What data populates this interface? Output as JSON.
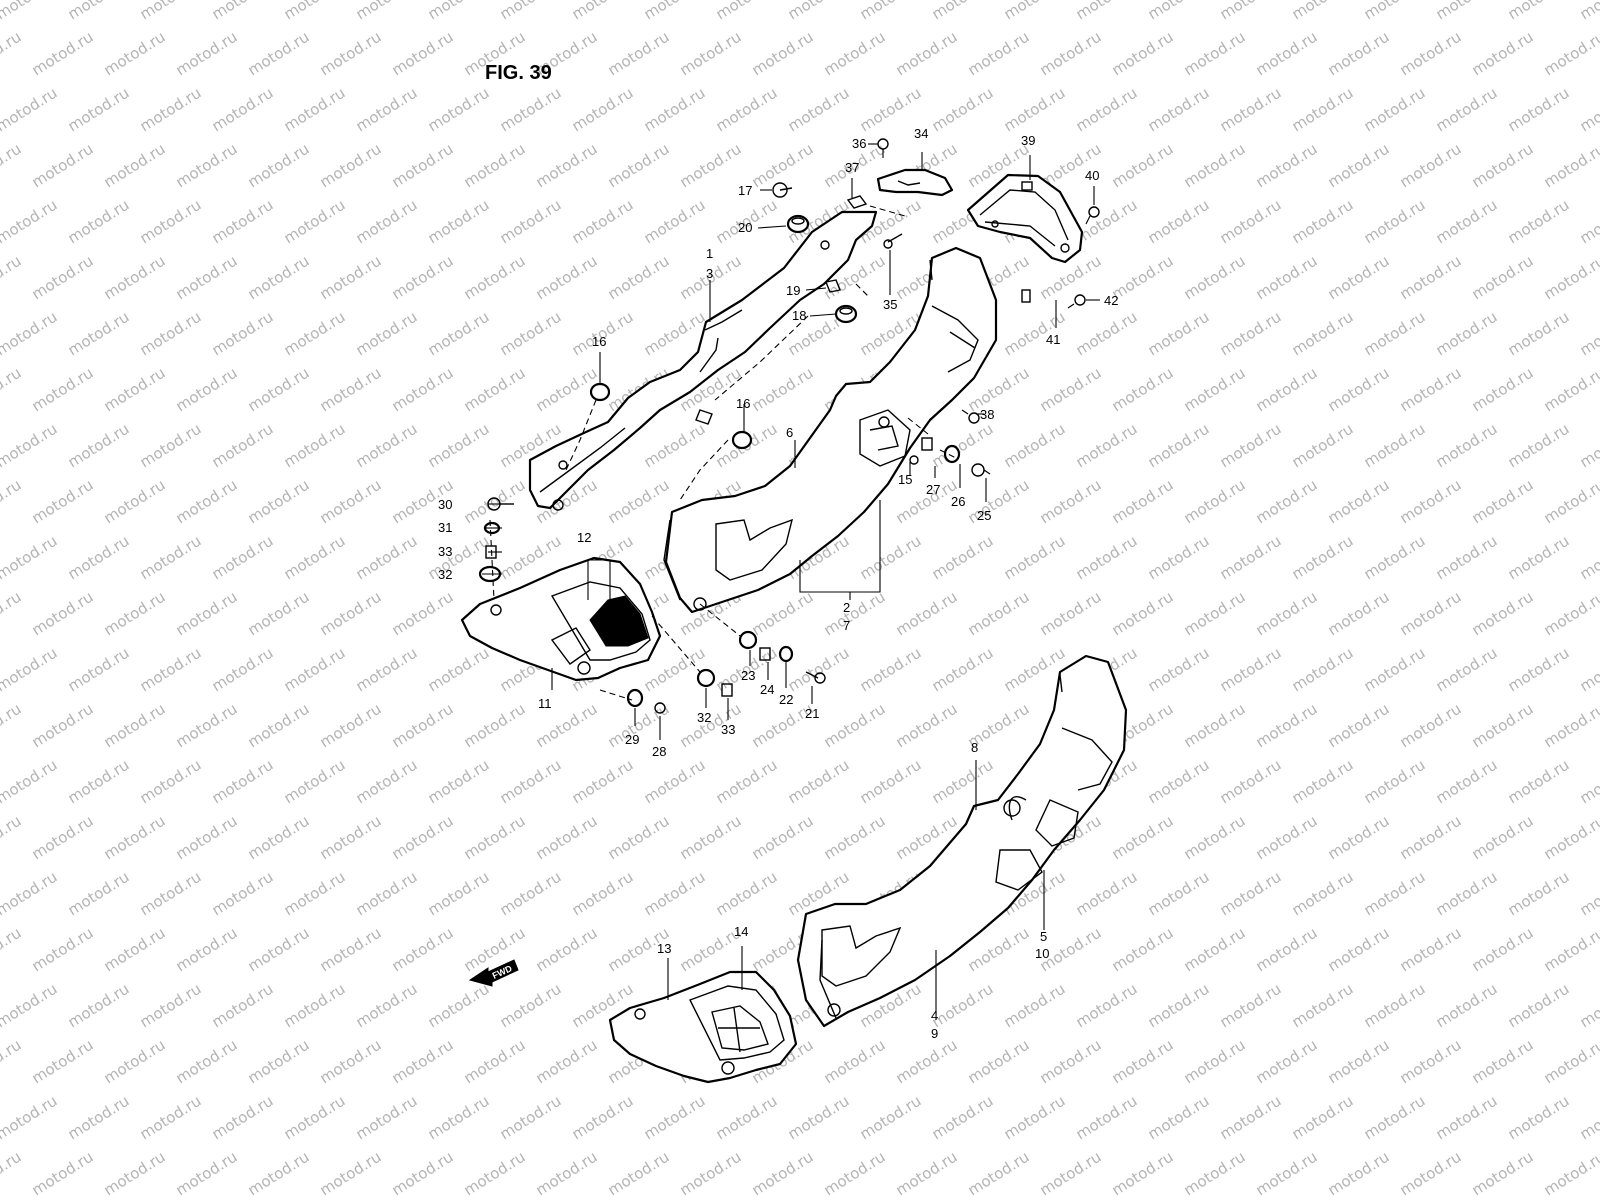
{
  "figure": {
    "title": "FIG. 39"
  },
  "watermark": {
    "text": "motod.ru"
  },
  "arrow": {
    "text": "FWD"
  },
  "labels": [
    {
      "id": "36",
      "text": "36"
    },
    {
      "id": "34",
      "text": "34"
    },
    {
      "id": "39",
      "text": "39"
    },
    {
      "id": "37",
      "text": "37"
    },
    {
      "id": "40",
      "text": "40"
    },
    {
      "id": "17",
      "text": "17"
    },
    {
      "id": "20",
      "text": "20"
    },
    {
      "id": "1",
      "text": "1"
    },
    {
      "id": "3",
      "text": "3"
    },
    {
      "id": "19",
      "text": "19"
    },
    {
      "id": "35",
      "text": "35"
    },
    {
      "id": "42",
      "text": "42"
    },
    {
      "id": "18",
      "text": "18"
    },
    {
      "id": "41",
      "text": "41"
    },
    {
      "id": "16a",
      "text": "16"
    },
    {
      "id": "16b",
      "text": "16"
    },
    {
      "id": "38",
      "text": "38"
    },
    {
      "id": "6",
      "text": "6"
    },
    {
      "id": "15",
      "text": "15"
    },
    {
      "id": "27",
      "text": "27"
    },
    {
      "id": "26",
      "text": "26"
    },
    {
      "id": "25",
      "text": "25"
    },
    {
      "id": "30",
      "text": "30"
    },
    {
      "id": "31",
      "text": "31"
    },
    {
      "id": "12",
      "text": "12"
    },
    {
      "id": "33a",
      "text": "33"
    },
    {
      "id": "32a",
      "text": "32"
    },
    {
      "id": "2",
      "text": "2"
    },
    {
      "id": "7",
      "text": "7"
    },
    {
      "id": "23",
      "text": "23"
    },
    {
      "id": "24",
      "text": "24"
    },
    {
      "id": "22",
      "text": "22"
    },
    {
      "id": "21",
      "text": "21"
    },
    {
      "id": "11",
      "text": "11"
    },
    {
      "id": "32b",
      "text": "32"
    },
    {
      "id": "33b",
      "text": "33"
    },
    {
      "id": "29",
      "text": "29"
    },
    {
      "id": "28",
      "text": "28"
    },
    {
      "id": "8",
      "text": "8"
    },
    {
      "id": "5",
      "text": "5"
    },
    {
      "id": "10",
      "text": "10"
    },
    {
      "id": "13",
      "text": "13"
    },
    {
      "id": "14",
      "text": "14"
    },
    {
      "id": "4",
      "text": "4"
    },
    {
      "id": "9",
      "text": "9"
    }
  ]
}
